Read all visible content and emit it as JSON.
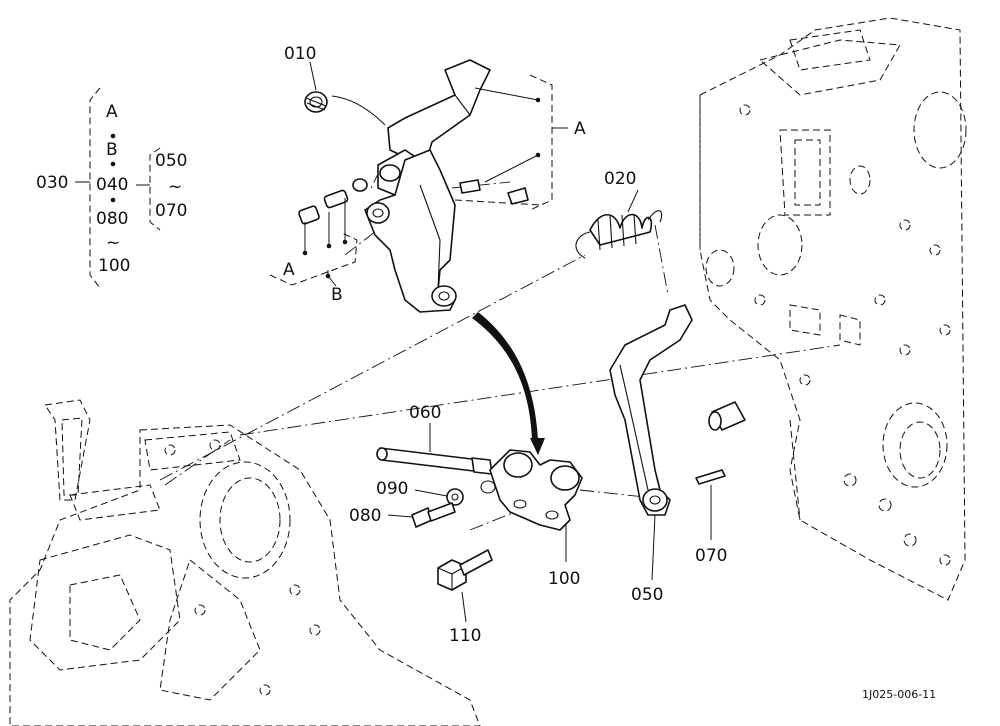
{
  "labels": {
    "p010": "010",
    "p020": "020",
    "p030": "030",
    "p040": "040",
    "p050_group": "050",
    "p070_group": "070",
    "p080_group": "080",
    "p100_group": "100",
    "p060": "060",
    "p090": "090",
    "p080": "080",
    "p100": "100",
    "p050": "050",
    "p070": "070",
    "p110": "110"
  },
  "letters": {
    "a": "A",
    "b": "B",
    "tilde": "~"
  },
  "reference_code": "1J025-006-11"
}
